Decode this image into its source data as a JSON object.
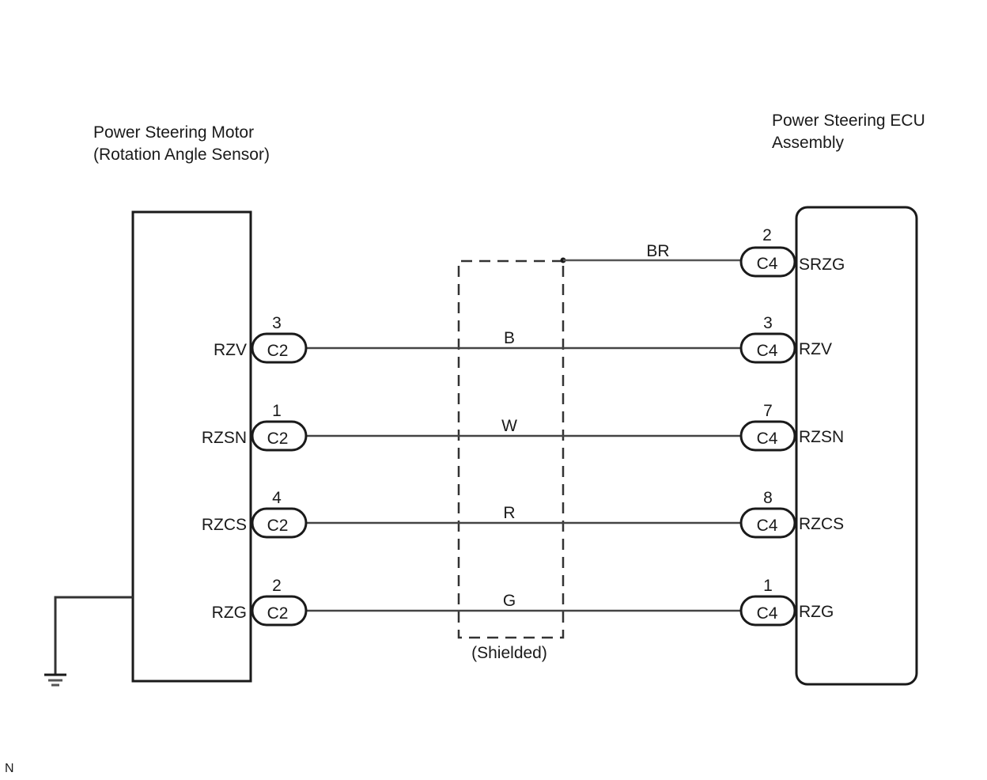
{
  "left_component": {
    "title_line1": "Power Steering Motor",
    "title_line2": "(Rotation Angle Sensor)"
  },
  "right_component": {
    "title_line1": "Power Steering ECU",
    "title_line2": "Assembly"
  },
  "shield": {
    "label": "(Shielded)",
    "drain_wire_color": "BR",
    "drain_connector": "C4",
    "drain_pin": "2",
    "drain_terminal": "SRZG"
  },
  "wires": [
    {
      "left_terminal": "RZV",
      "left_connector": "C2",
      "left_pin": "3",
      "color": "B",
      "right_connector": "C4",
      "right_pin": "3",
      "right_terminal": "RZV"
    },
    {
      "left_terminal": "RZSN",
      "left_connector": "C2",
      "left_pin": "1",
      "color": "W",
      "right_connector": "C4",
      "right_pin": "7",
      "right_terminal": "RZSN"
    },
    {
      "left_terminal": "RZCS",
      "left_connector": "C2",
      "left_pin": "4",
      "color": "R",
      "right_connector": "C4",
      "right_pin": "8",
      "right_terminal": "RZCS"
    },
    {
      "left_terminal": "RZG",
      "left_connector": "C2",
      "left_pin": "2",
      "color": "G",
      "right_connector": "C4",
      "right_pin": "1",
      "right_terminal": "RZG"
    }
  ],
  "ground": {
    "symbol": "ground-icon"
  },
  "corner_mark": "N"
}
